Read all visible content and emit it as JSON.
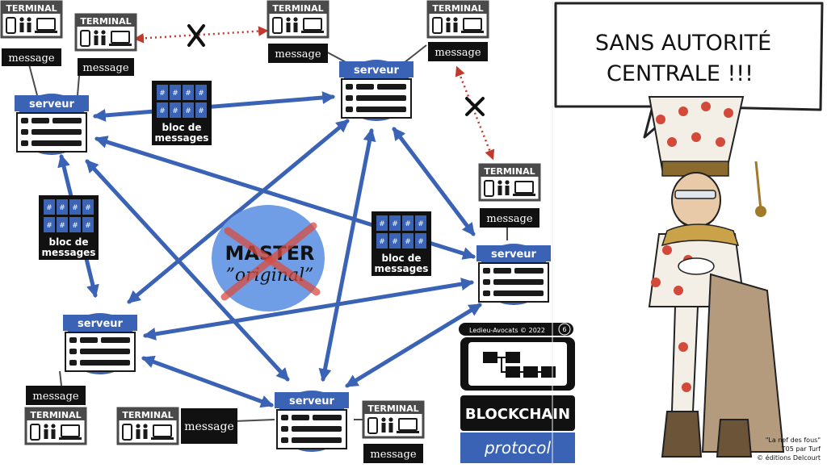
{
  "servers": [
    {
      "id": "s1",
      "label": "serveur"
    },
    {
      "id": "s2",
      "label": "serveur"
    },
    {
      "id": "s3",
      "label": "serveur"
    },
    {
      "id": "s4",
      "label": "serveur"
    },
    {
      "id": "s5",
      "label": "serveur"
    }
  ],
  "terminals": [
    {
      "id": "t1",
      "label": "TERMINAL",
      "message": "message"
    },
    {
      "id": "t2",
      "label": "TERMINAL",
      "message": "message"
    },
    {
      "id": "t3",
      "label": "TERMINAL",
      "message": "message"
    },
    {
      "id": "t4",
      "label": "TERMINAL",
      "message": "message"
    },
    {
      "id": "t5",
      "label": "TERMINAL",
      "message": "message"
    },
    {
      "id": "t6",
      "label": "TERMINAL",
      "message": "message"
    },
    {
      "id": "t7",
      "label": "TERMINAL",
      "message": "message"
    },
    {
      "id": "t8",
      "label": "TERMINAL",
      "message": "message"
    }
  ],
  "blocks": [
    {
      "id": "b1",
      "glyph": "#",
      "label_line1": "bloc de",
      "label_line2": "messages"
    },
    {
      "id": "b2",
      "glyph": "#",
      "label_line1": "bloc de",
      "label_line2": "messages"
    },
    {
      "id": "b3",
      "glyph": "#",
      "label_line1": "bloc de",
      "label_line2": "messages"
    }
  ],
  "master": {
    "line1": "MASTER",
    "line2": "”original”"
  },
  "speech_bubble": {
    "line1": "SANS AUTORITÉ",
    "line2": "CENTRALE !!!"
  },
  "badge": {
    "credit": "Ledieu-Avocats  ©  2022",
    "page": "6"
  },
  "blockchain_label": "BLOCKCHAIN",
  "protocol_label": "protocol",
  "caption": {
    "line1": "\"La nef des fous\"",
    "line2": "T05 par Turf",
    "line3": "© éditions Delcourt"
  },
  "colors": {
    "accent": "#3b63b5",
    "dark": "#1a1a1a",
    "master_fill": "#6f9ee6",
    "cross": "#d94c3f",
    "dotted": "#c0392b"
  },
  "icons": [
    "phone-icon",
    "people-icon",
    "laptop-icon",
    "hash-icon",
    "flowchart-icon",
    "cross-icon"
  ]
}
